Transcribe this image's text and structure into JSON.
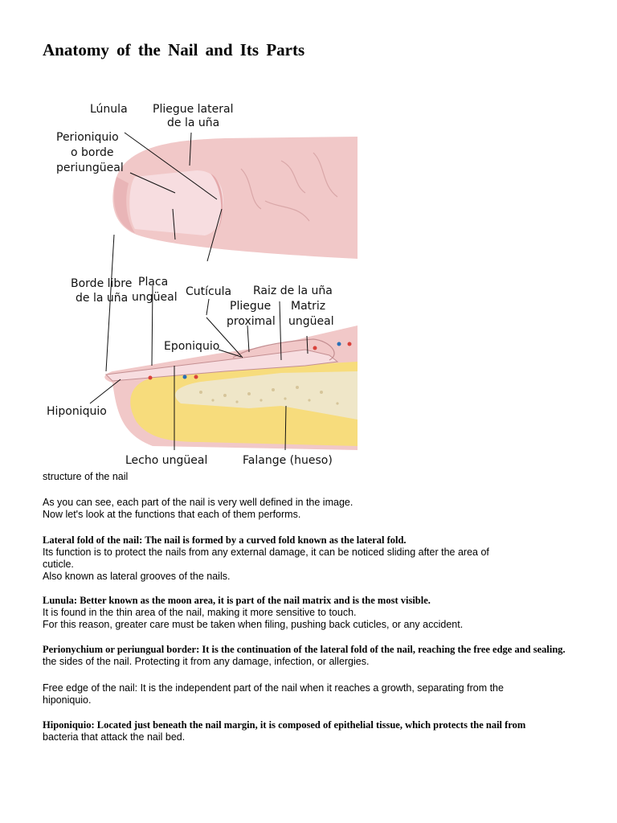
{
  "title": "Anatomy of the Nail and Its Parts",
  "figure": {
    "labels": {
      "lunula": "Lúnula",
      "lateral_fold_1": "Pliegue lateral",
      "lateral_fold_2": "de la uña",
      "perionychium_1": "Perioniquio",
      "perionychium_2": "o borde",
      "perionychium_3": "periungüeal",
      "free_edge_1": "Borde libre",
      "free_edge_2": "de la uña",
      "plate_1": "Placa",
      "plate_2": "ungüeal",
      "cuticle": "Cutícula",
      "root": "Raiz de la uña",
      "proximal_fold_1": "Pliegue",
      "proximal_fold_2": "proximal",
      "matrix_1": "Matriz",
      "matrix_2": "ungüeal",
      "eponychium": "Eponiquio",
      "hyponychium": "Hiponiquio",
      "bed": "Lecho ungüeal",
      "phalanx": "Falange (hueso)"
    },
    "colors": {
      "skin": "#f1c8c8",
      "skin_dark": "#e4a9ab",
      "nail": "#f7dde0",
      "fat": "#f7dc7c",
      "bone": "#efe6c8",
      "vessel_red": "#d9413b",
      "vessel_blue": "#2a6fb6"
    }
  },
  "caption": "structure of the nail",
  "intro": {
    "line1": "As you can see, each part of the nail is very well defined in the image.",
    "line2": "Now let's look at the functions that each of them performs."
  },
  "sections": {
    "lateral": {
      "heading": "Lateral fold of the nail: The nail is formed by a curved fold known as the lateral fold.",
      "l1": "Its function is to protect the nails from any external damage, it can be noticed sliding after the area of",
      "l2": "cuticle.",
      "l3": "Also known as lateral grooves of the nails."
    },
    "lunula": {
      "heading": "Lunula: Better known as the moon area, it is part of the nail matrix and is the most visible.",
      "l1": "It is found in the thin area of the nail, making it more sensitive to touch.",
      "l2": "For this reason, greater care must be taken when filing, pushing back cuticles, or any accident."
    },
    "perionychium": {
      "heading": "Perionychium or periungual border: It is the continuation of the lateral fold of the nail, reaching the free edge and sealing.",
      "l1": "the sides of the nail. Protecting it from any damage, infection, or allergies."
    },
    "free_edge": {
      "l1": "Free edge of the nail: It is the independent part of the nail when it reaches a growth, separating from the",
      "l2": "hiponiquio."
    },
    "hyponychium": {
      "heading": "Hiponiquio: Located just beneath the nail margin, it is composed of epithelial tissue, which protects the nail from",
      "l1": "bacteria that attack the nail bed."
    }
  }
}
